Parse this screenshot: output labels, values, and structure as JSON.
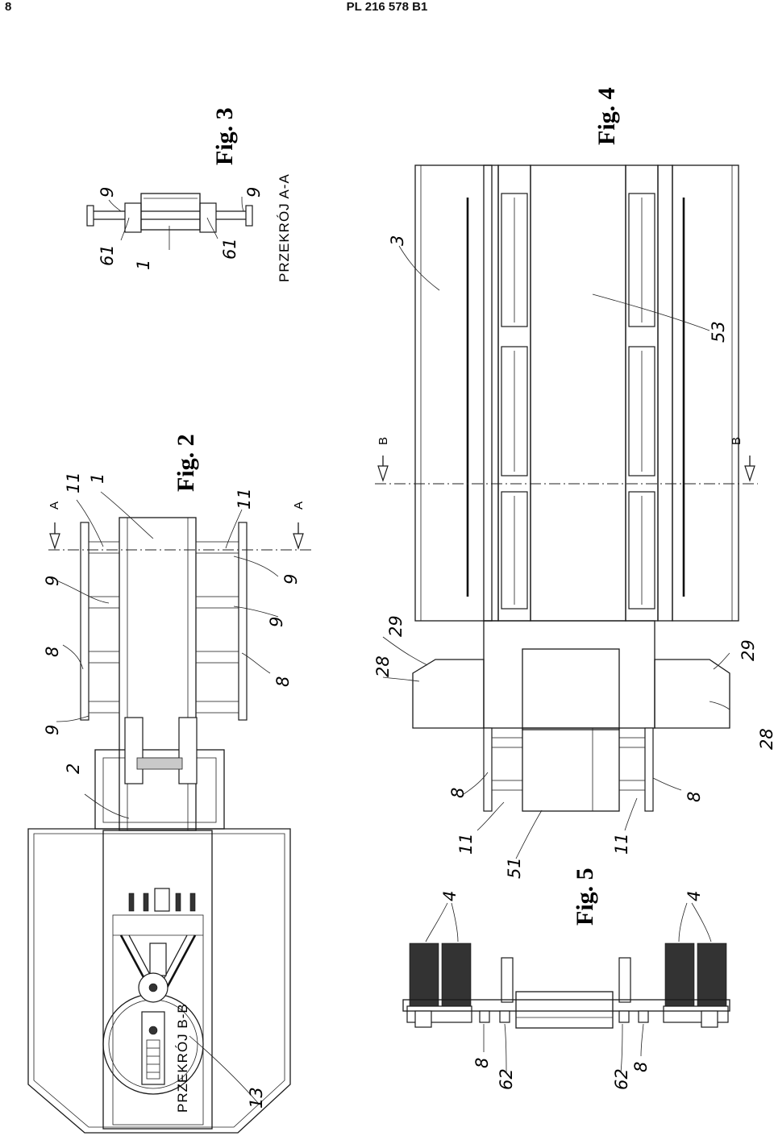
{
  "header": {
    "page_number": "8",
    "publication": "PL 216 578 B1"
  },
  "figures": {
    "fig2": {
      "label": "Fig. 2",
      "section_marker": "A",
      "refs": [
        "2",
        "9",
        "8",
        "9",
        "11",
        "1",
        "11",
        "9",
        "9",
        "8",
        "13"
      ]
    },
    "fig3": {
      "label": "Fig. 3",
      "section_caption": "PRZEKRÓJ A-A",
      "refs": [
        "9",
        "61",
        "1",
        "61",
        "9"
      ]
    },
    "fig4": {
      "label": "Fig. 4",
      "section_marker": "B",
      "refs": [
        "3",
        "53",
        "29",
        "28",
        "29",
        "28",
        "8",
        "11",
        "51",
        "11",
        "8"
      ]
    },
    "fig5": {
      "label": "Fig. 5",
      "section_caption": "PRZEKRÓJ B-B",
      "refs": [
        "4",
        "4",
        "8",
        "62",
        "62",
        "8"
      ]
    }
  }
}
